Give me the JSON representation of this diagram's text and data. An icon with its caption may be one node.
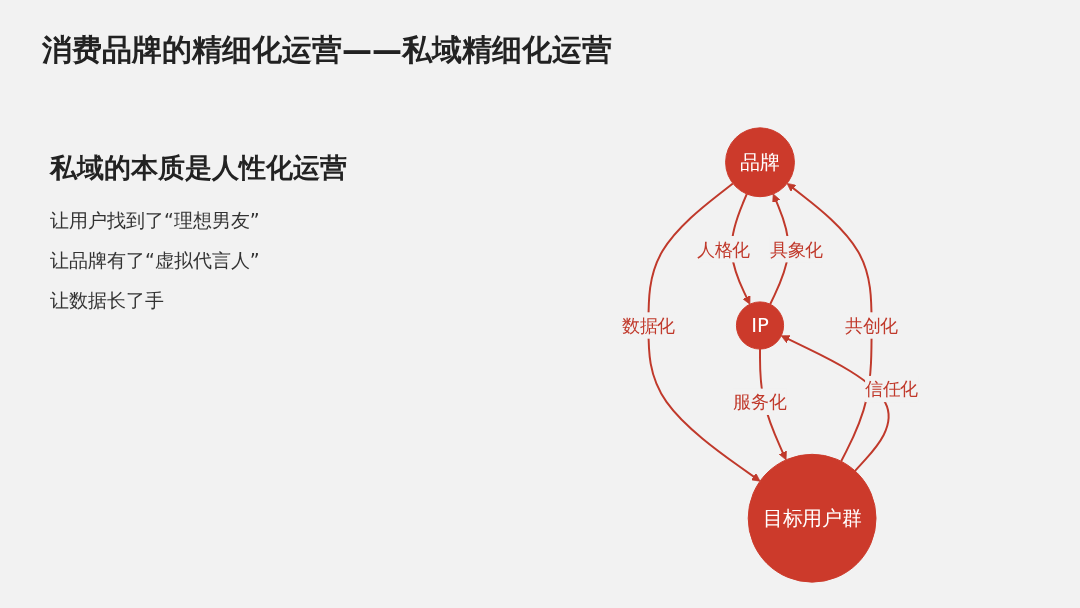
{
  "diagram": {
    "title": "消费品牌的精细化运营——私域精细化运营",
    "nodes": [
      {
        "text": [
          "品牌"
        ]
      },
      {
        "text": [
          "IP"
        ]
      },
      {
        "text": [
          "目标用户群"
        ]
      }
    ],
    "edges": [
      {
        "from": 0,
        "to": 1,
        "arrow": "to",
        "label": "人格化"
      },
      {
        "from": 1,
        "to": 0,
        "arrow": "to",
        "label": "具象化"
      },
      {
        "from": 0,
        "to": 2,
        "arrow": "to",
        "label": "数据化"
      },
      {
        "from": 2,
        "to": 0,
        "arrow": "to",
        "label": "共创化"
      },
      {
        "from": 1,
        "to": 2,
        "arrow": "to",
        "label": "服务化"
      },
      {
        "from": 2,
        "to": 1,
        "arrow": "to",
        "label": "信任化"
      }
    ],
    "labels": [
      "私域的本质是人性化运营",
      "让用户找到了“理想男友”",
      "让品牌有了“虚拟代言人”",
      "让数据长了手"
    ]
  }
}
